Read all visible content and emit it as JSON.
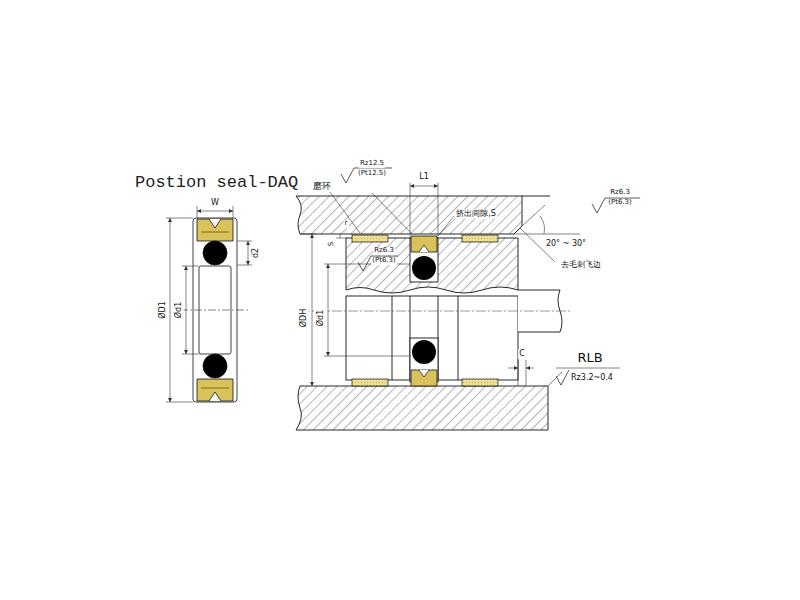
{
  "diagram": {
    "title": "Postion seal-DAQ",
    "labels": [
      "W",
      "d2",
      "ØD1",
      "Ød1",
      "磨环",
      "Rz12.5",
      "(Pt12.5)",
      "L1",
      "挤出间隙,S",
      "Rz6.3",
      "(Pt6.3)",
      "20° ~ 30°",
      "r",
      "S",
      "Rz6.3",
      "(Pt6.3)",
      "去毛刺飞边",
      "ØDH",
      "Ød1",
      "RLB",
      "C",
      "Rz3.2~0.4"
    ]
  }
}
